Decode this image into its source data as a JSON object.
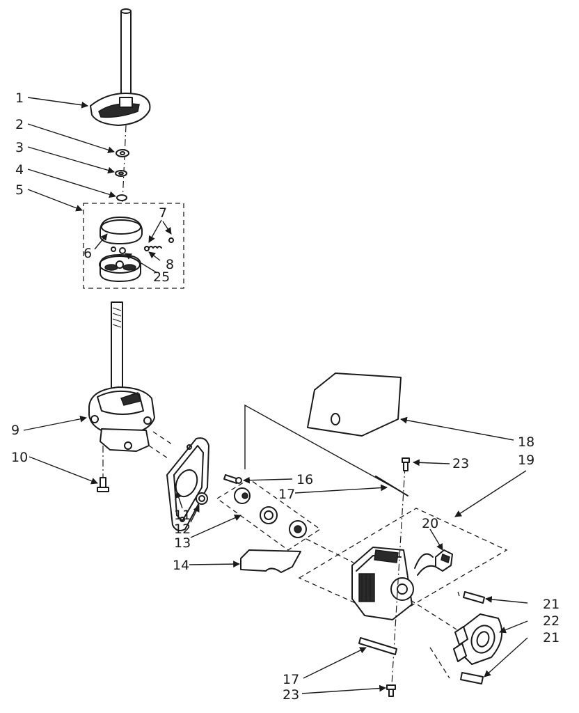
{
  "callouts": {
    "c1": "1",
    "c2": "2",
    "c3": "3",
    "c4": "4",
    "c5": "5",
    "c6": "6",
    "c7": "7",
    "c8": "8",
    "c25": "25",
    "c9": "9",
    "c10": "10",
    "c11": "11",
    "c12": "12",
    "c13": "13",
    "c14": "14",
    "c16": "16",
    "c17a": "17",
    "c18": "18",
    "c19": "19",
    "c23a": "23",
    "c20": "20",
    "c21a": "21",
    "c22": "22",
    "c21b": "21",
    "c17b": "17",
    "c23b": "23"
  },
  "colors": {
    "ink": "#1a1a1a",
    "paper": "#ffffff"
  }
}
